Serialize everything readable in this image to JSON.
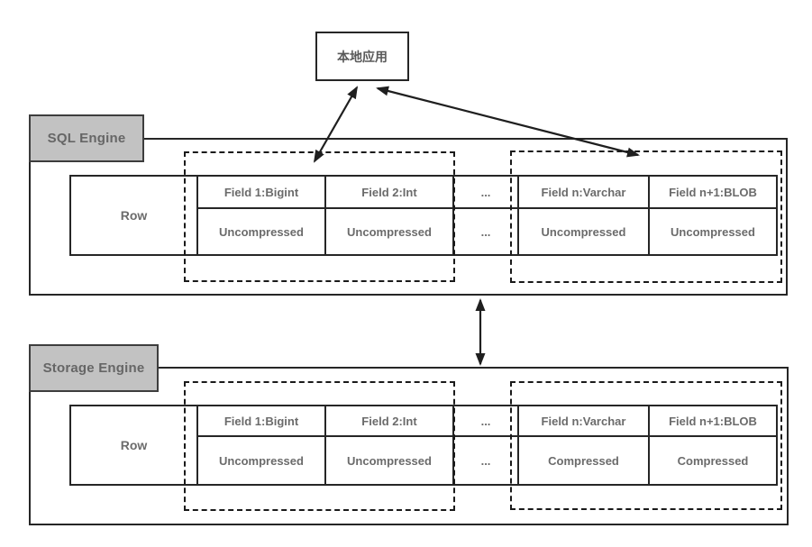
{
  "local_app": {
    "label": "本地应用"
  },
  "sql_engine": {
    "label": "SQL Engine",
    "row_label": "Row",
    "columns": [
      {
        "header": "Field 1:Bigint",
        "value": "Uncompressed"
      },
      {
        "header": "Field 2:Int",
        "value": "Uncompressed"
      },
      {
        "header": "...",
        "value": "..."
      },
      {
        "header": "Field n:Varchar",
        "value": "Uncompressed"
      },
      {
        "header": "Field n+1:BLOB",
        "value": "Uncompressed"
      }
    ]
  },
  "storage_engine": {
    "label": "Storage Engine",
    "row_label": "Row",
    "columns": [
      {
        "header": "Field 1:Bigint",
        "value": "Uncompressed"
      },
      {
        "header": "Field 2:Int",
        "value": "Uncompressed"
      },
      {
        "header": "...",
        "value": "..."
      },
      {
        "header": "Field n:Varchar",
        "value": "Compressed"
      },
      {
        "header": "Field n+1:BLOB",
        "value": "Compressed"
      }
    ]
  },
  "colors": {
    "engine_label_bg": "#c2c2c2",
    "border_dark": "#262626",
    "text_gray": "#666666",
    "background": "#ffffff"
  }
}
